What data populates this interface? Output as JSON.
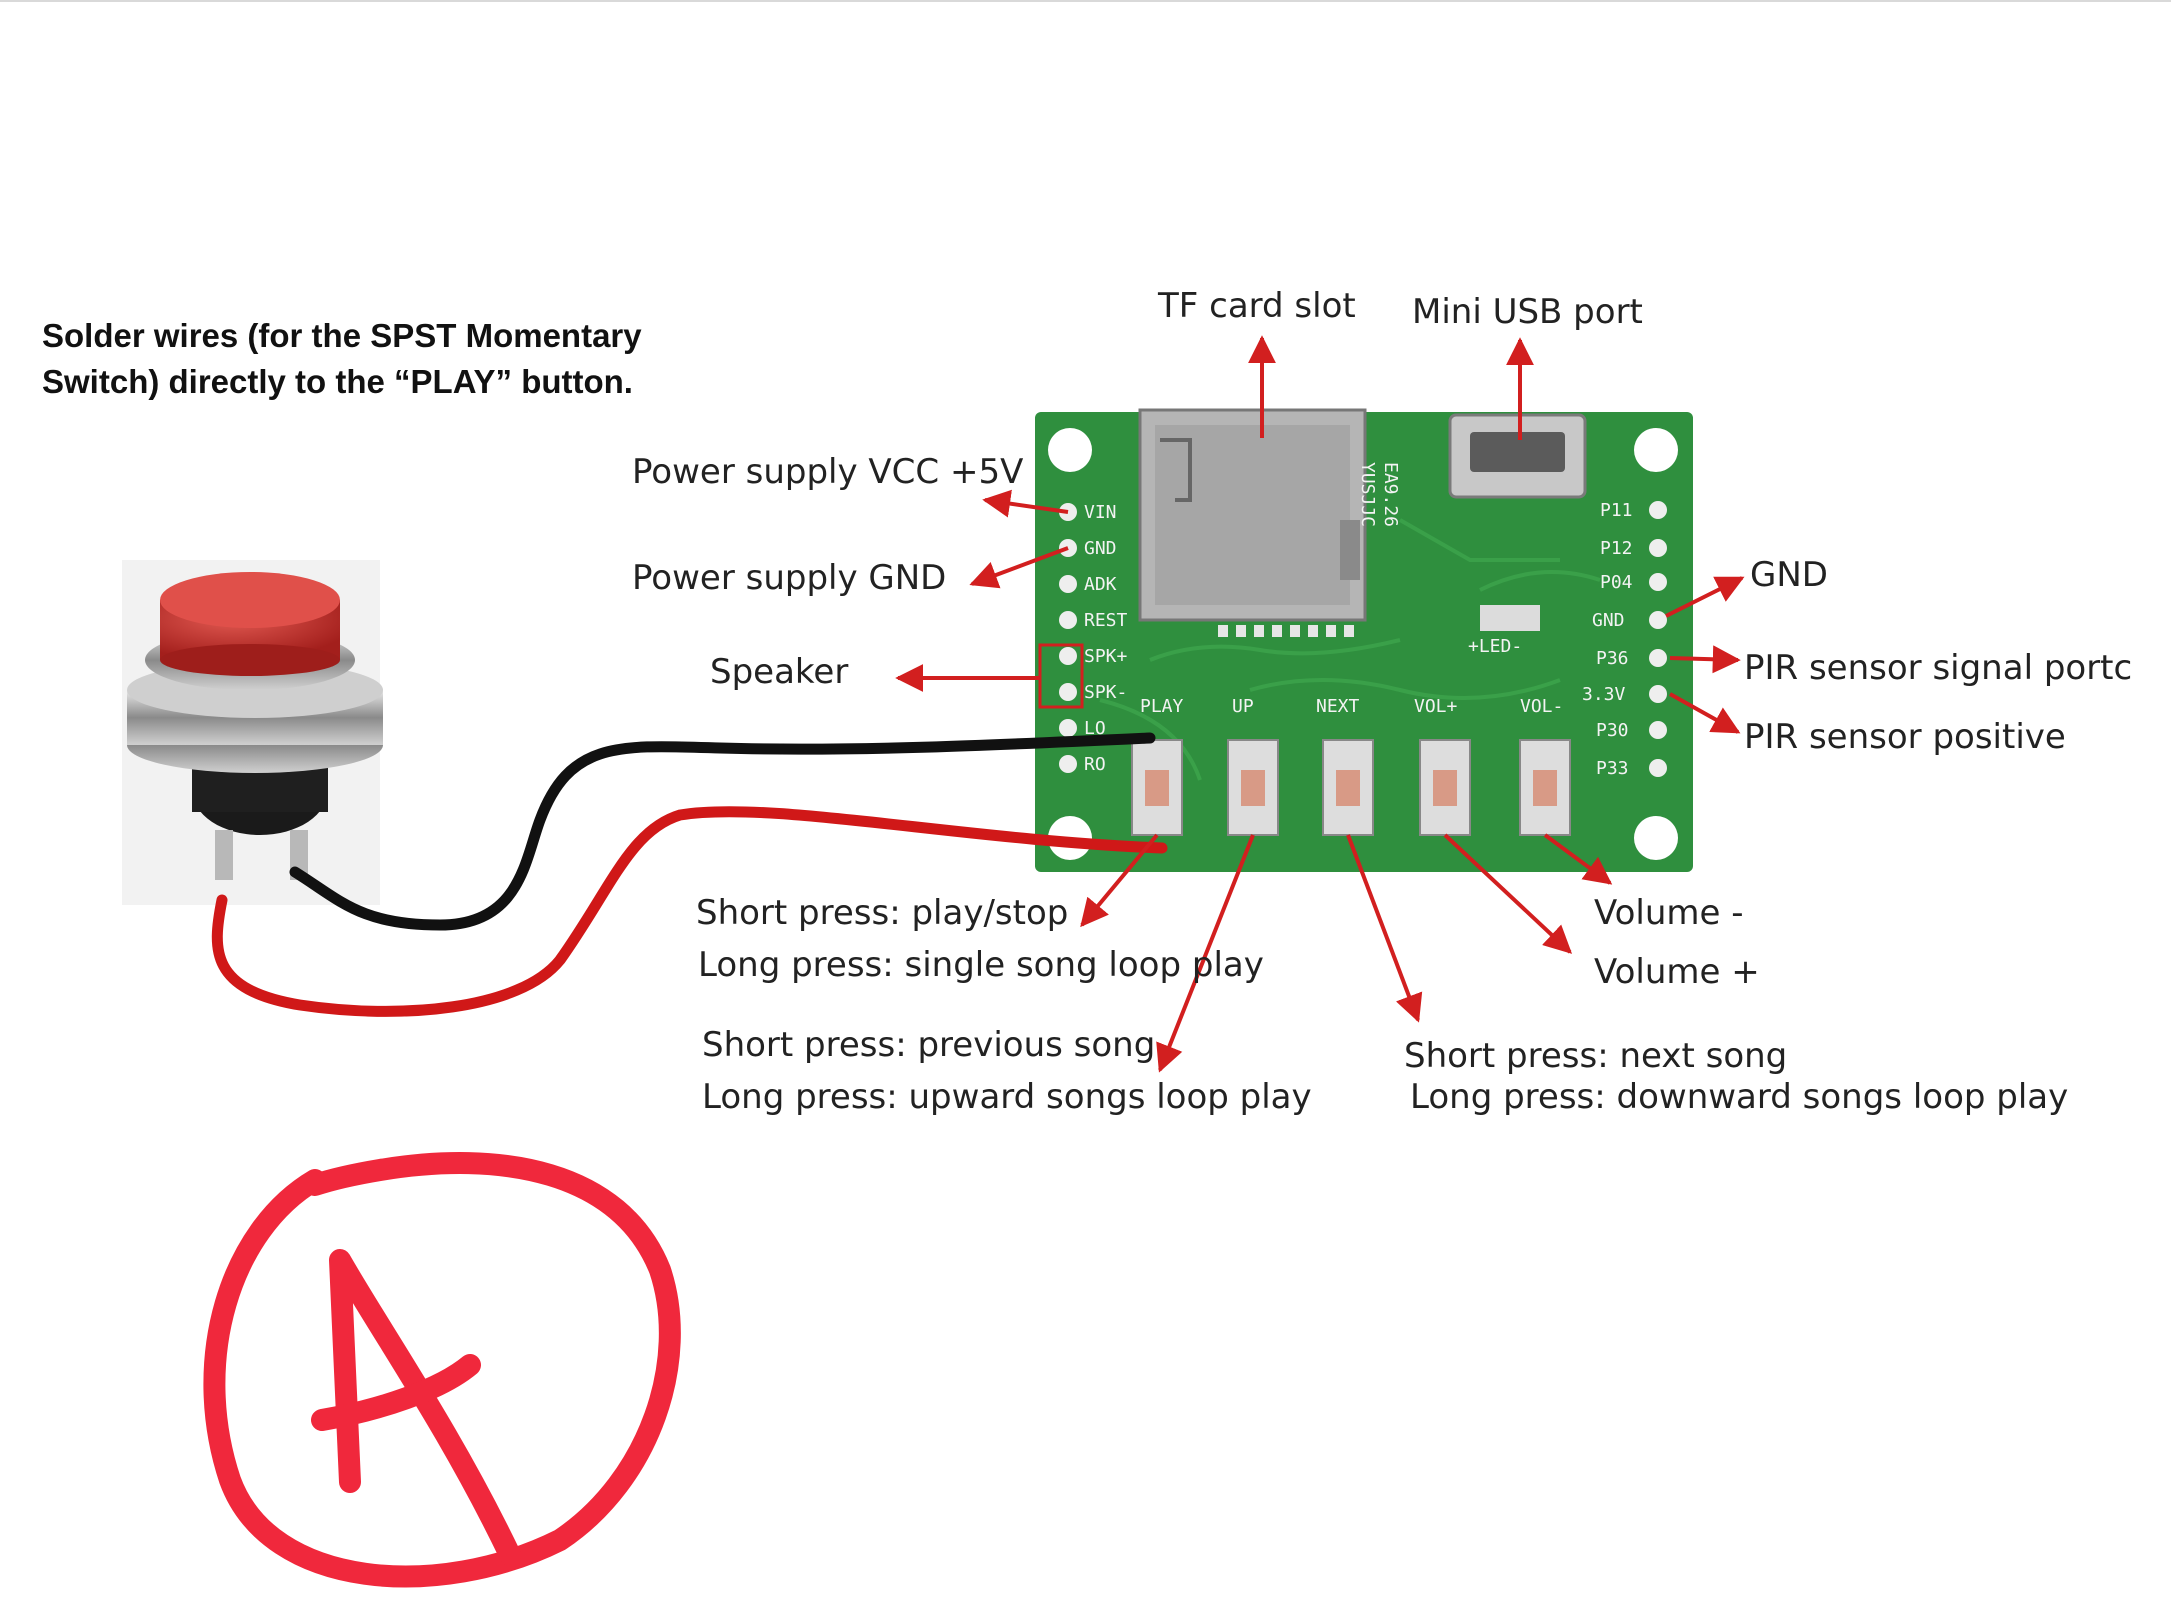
{
  "instruction": {
    "line1": "Solder wires (for the SPST Momentary",
    "line2": "Switch) directly to the “PLAY” button."
  },
  "labels": {
    "tf_card_slot": "TF card slot",
    "mini_usb_port": "Mini USB port",
    "power_vcc": "Power supply VCC +5V",
    "power_gnd": "Power supply GND",
    "speaker": "Speaker",
    "gnd_right": "GND",
    "pir_signal": "PIR sensor signal portc",
    "pir_positive": "PIR sensor positive",
    "play_short": "Short press: play/stop",
    "play_long": "Long press: single song loop play",
    "prev_short": "Short press: previous song",
    "prev_long": "Long press: upward songs loop play",
    "next_short": "Short press: next song",
    "next_long": "Long press: downward songs loop play",
    "volume_minus": "Volume -",
    "volume_plus": "Volume +"
  },
  "board_silkscreen": {
    "left_pins": [
      "VIN",
      "GND",
      "ADK",
      "REST",
      "SPK+",
      "SPK-",
      "LO",
      "RO"
    ],
    "right_pins": [
      "P11",
      "P12",
      "P04",
      "GND",
      "P36",
      "3.3V",
      "P30",
      "P33"
    ],
    "buttons": [
      "PLAY",
      "UP",
      "NEXT",
      "VOL+",
      "VOL-"
    ],
    "chip_text_1": "EA9.26",
    "chip_text_2": "YUSJJC",
    "led_label": "+LED-"
  },
  "grade_mark": "A",
  "colors": {
    "pcb": "#2f8f3e",
    "arrow": "#d21f1f",
    "wire_black": "#111111",
    "wire_red": "#d01818",
    "grade": "#f0283c",
    "switch_cap": "#c9302c"
  }
}
